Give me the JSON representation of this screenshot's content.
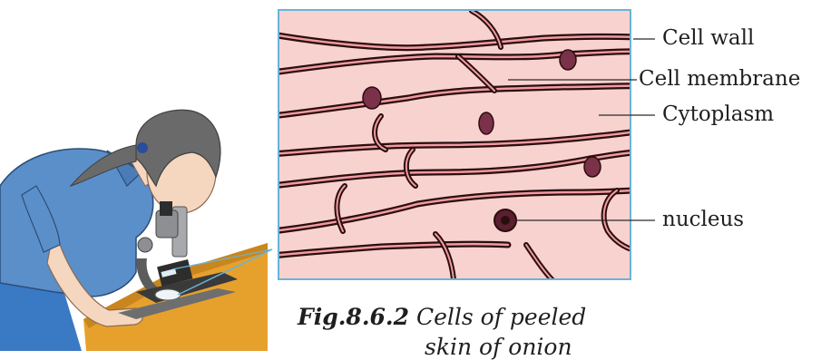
{
  "labels": {
    "cell_wall": "Cell wall",
    "cell_membrane": "Cell membrane",
    "cytoplasm": "Cytoplasm",
    "nucleus": "nucleus"
  },
  "caption": {
    "number": "Fig.8.6.2",
    "line1": "Cells of  peeled",
    "line2": "skin of onion"
  },
  "colors": {
    "cell_fill": "#f8d2cf",
    "cell_wall": "#2a0e0e",
    "nucleus": "#6b2a3a",
    "frame": "#69b3d8",
    "table": "#e6a12d",
    "shirt": "#5b8fc9",
    "skin": "#f5d6be",
    "hair": "#6a6a6a"
  }
}
